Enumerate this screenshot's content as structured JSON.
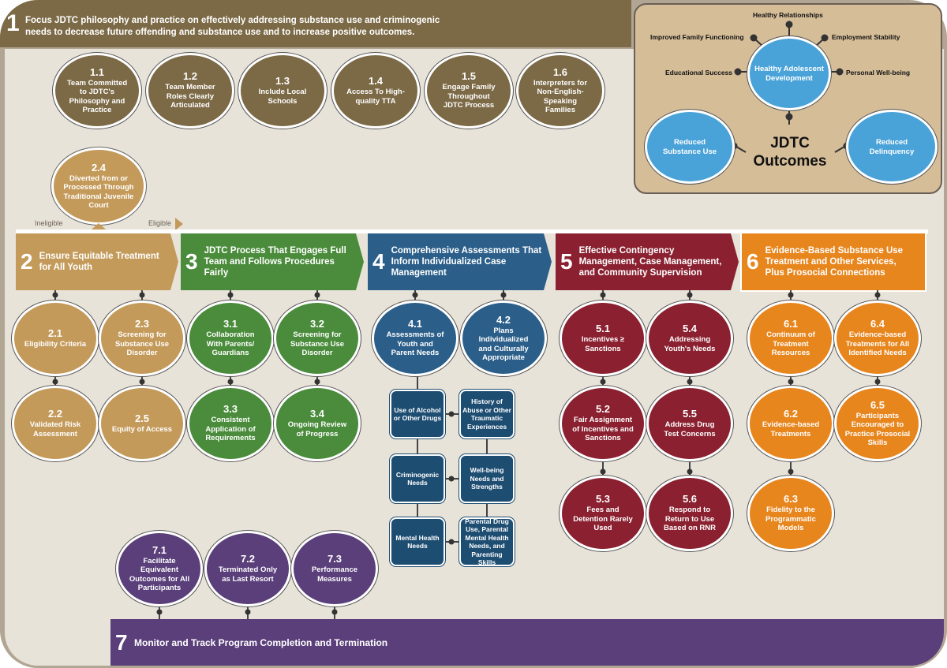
{
  "goal1": {
    "number": "1",
    "text": "Focus JDTC philosophy and practice on effectively addressing substance use and criminogenic needs to decrease  future offending and substance use and to increase positive outcomes."
  },
  "items1": [
    {
      "num": "1.1",
      "label": "Team Committed to JDTC's Philosophy and Practice"
    },
    {
      "num": "1.2",
      "label": "Team Member Roles Clearly Articulated"
    },
    {
      "num": "1.3",
      "label": "Include Local Schools"
    },
    {
      "num": "1.4",
      "label": "Access To High-quality TTA"
    },
    {
      "num": "1.5",
      "label": "Engage Family Throughout JDTC Process"
    },
    {
      "num": "1.6",
      "label": "Interpreters for Non-English-Speaking Families"
    }
  ],
  "outcomes": {
    "title": "JDTC Outcomes",
    "center": "Healthy Adolescent Development",
    "left": "Reduced Substance Use",
    "right": "Reduced Delinquency",
    "labels": {
      "top": "Healthy Relationships",
      "top_left": "Improved Family Functioning",
      "top_right": "Employment Stability",
      "left": "Educational Success",
      "right": "Personal Well-being"
    }
  },
  "item24": {
    "num": "2.4",
    "label": "Diverted from or Processed Through Traditional Juvenile Court"
  },
  "eligibility": {
    "ineligible": "Ineligible",
    "eligible": "Eligible"
  },
  "banners": [
    {
      "num": "2",
      "text": "Ensure Equitable Treatment for All Youth",
      "color": "#c49a5a"
    },
    {
      "num": "3",
      "text": "JDTC Process That Engages Full Team and Follows Procedures Fairly",
      "color": "#4a8c3b"
    },
    {
      "num": "4",
      "text": "Comprehensive Assessments That Inform Individualized Case Management",
      "color": "#2b5f8a"
    },
    {
      "num": "5",
      "text": "Effective Contingency Management, Case Management, and Community Supervision",
      "color": "#8a2030"
    },
    {
      "num": "6",
      "text": "Evidence-Based Substance Use Treatment and Other Services, Plus Prosocial Connections",
      "color": "#e8861e"
    }
  ],
  "items2": [
    {
      "num": "2.1",
      "label": "Eligibility Criteria"
    },
    {
      "num": "2.3",
      "label": "Screening for Substance Use Disorder"
    },
    {
      "num": "2.2",
      "label": "Validated Risk Assessment"
    },
    {
      "num": "2.5",
      "label": "Equity of Access"
    }
  ],
  "items3": [
    {
      "num": "3.1",
      "label": "Collaboration With Parents/ Guardians"
    },
    {
      "num": "3.2",
      "label": "Screening for Substance Use Disorder"
    },
    {
      "num": "3.3",
      "label": "Consistent Application of Requirements"
    },
    {
      "num": "3.4",
      "label": "Ongoing Review of Progress"
    }
  ],
  "items4": [
    {
      "num": "4.1",
      "label": "Assessments of Youth and Parent Needs"
    },
    {
      "num": "4.2",
      "label": "Plans Individualized and Culturally Appropriate"
    }
  ],
  "boxes4": [
    "Use of Alcohol or Other Drugs",
    "History of Abuse or Other Traumatic Experiences",
    "Criminogenic Needs",
    "Well-being Needs and Strengths",
    "Mental  Health Needs",
    "Parental Drug Use, Parental Mental Health Needs, and Parenting Skills"
  ],
  "items5": [
    {
      "num": "5.1",
      "label": "Incentives ≥ Sanctions"
    },
    {
      "num": "5.4",
      "label": "Addressing Youth's Needs"
    },
    {
      "num": "5.2",
      "label": "Fair Assignment of Incentives and Sanctions"
    },
    {
      "num": "5.5",
      "label": "Address Drug Test Concerns"
    },
    {
      "num": "5.3",
      "label": "Fees and Detention Rarely Used"
    },
    {
      "num": "5.6",
      "label": "Respond to Return to Use Based on RNR"
    }
  ],
  "items6": [
    {
      "num": "6.1",
      "label": "Continuum of Treatment Resources"
    },
    {
      "num": "6.4",
      "label": "Evidence-based Treatments for All Identified Needs"
    },
    {
      "num": "6.2",
      "label": "Evidence-based Treatments"
    },
    {
      "num": "6.5",
      "label": "Participants Encouraged to Practice Prosocial Skills"
    },
    {
      "num": "6.3",
      "label": "Fidelity to the Programmatic Models"
    }
  ],
  "items7": [
    {
      "num": "7.1",
      "label": "Facilitate Equivalent Outcomes for All Participants"
    },
    {
      "num": "7.2",
      "label": "Terminated Only as Last Resort"
    },
    {
      "num": "7.3",
      "label": "Performance Measures"
    }
  ],
  "goal7": {
    "number": "7",
    "text": "Monitor and Track Program Completion and Termination"
  },
  "colors": {
    "brown": "#7c6a46",
    "tan": "#c49a5a",
    "green": "#4a8c3b",
    "blue": "#2b5f8a",
    "maroon": "#8a2030",
    "orange": "#e8861e",
    "purple": "#5a3f7a",
    "sky": "#4aa3d8"
  }
}
